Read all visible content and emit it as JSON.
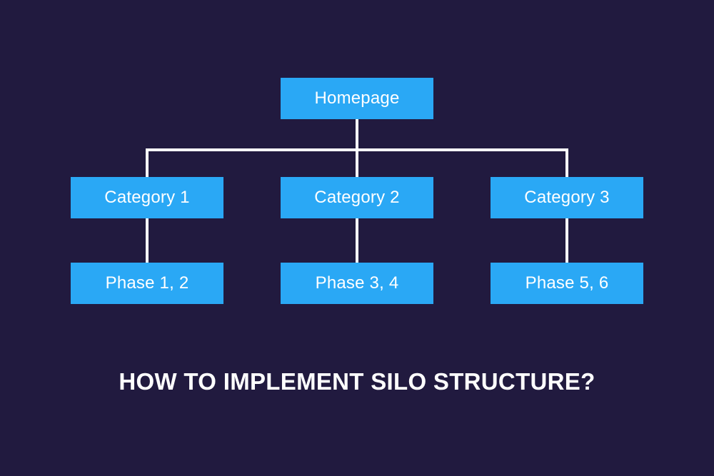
{
  "diagram": {
    "root": {
      "label": "Homepage"
    },
    "categories": [
      {
        "label": "Category 1",
        "child": "Phase 1, 2"
      },
      {
        "label": "Category 2",
        "child": "Phase 3, 4"
      },
      {
        "label": "Category 3",
        "child": "Phase 5, 6"
      }
    ]
  },
  "title": "HOW TO IMPLEMENT SILO STRUCTURE?",
  "colors": {
    "background": "#211a3f",
    "node": "#2aa8f5",
    "connector": "#ffffff",
    "text": "#ffffff"
  }
}
